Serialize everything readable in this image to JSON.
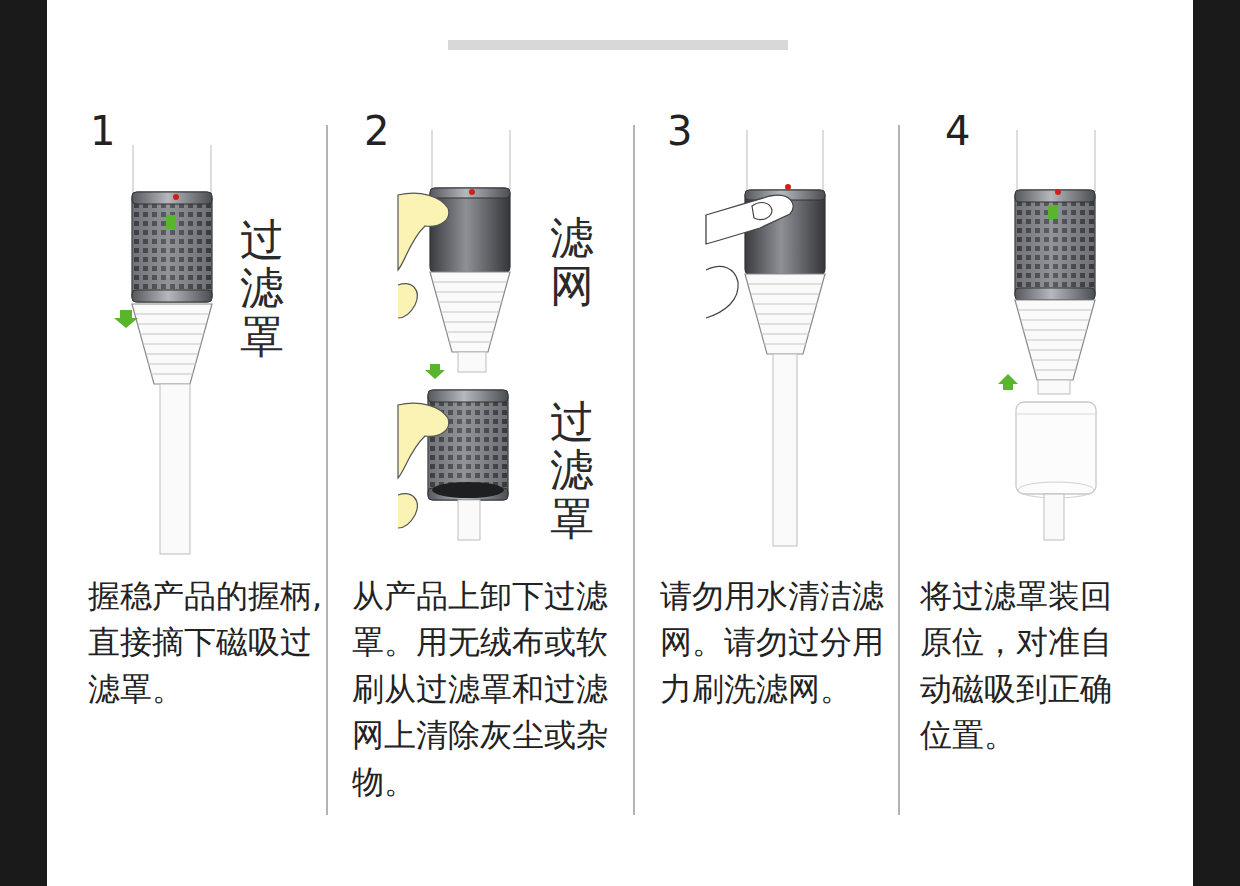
{
  "diagram": {
    "labels": [
      "1",
      "过滤罩",
      "握稳产品的握柄,直接摘下磁吸过滤罩。",
      "2",
      "滤网",
      "过滤罩",
      "从产品上卸下过滤罩。用无绒布或软刷从过滤罩和过滤网上清除灰尘或杂物。",
      "3",
      "请勿用水清洁滤网。请勿过分用力刷洗滤网。",
      "4",
      "将过滤罩装回原位，对准自动磁吸到正确位置。"
    ]
  }
}
